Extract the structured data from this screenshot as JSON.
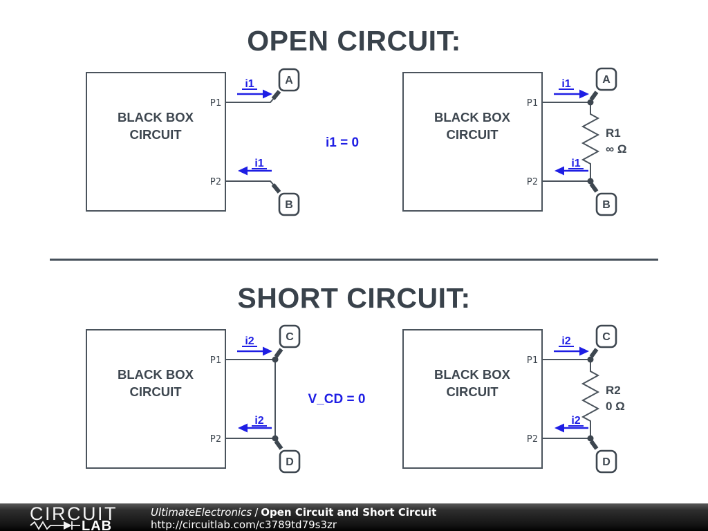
{
  "titles": {
    "open": "OPEN CIRCUIT:",
    "short": "SHORT CIRCUIT:"
  },
  "annotations": {
    "open": "i1 = 0",
    "short": "V_CD = 0"
  },
  "colors": {
    "ink": "#3d464f",
    "wire": "#4a535c",
    "blue": "#1e1ee4",
    "footer_bg": "#000000"
  },
  "panels": [
    {
      "id": "open-left",
      "box_line1": "BLACK BOX",
      "box_line2": "CIRCUIT",
      "pin1": "P1",
      "pin2": "P2",
      "terminal_top": "A",
      "terminal_bottom": "B",
      "current": "i1"
    },
    {
      "id": "open-right",
      "box_line1": "BLACK BOX",
      "box_line2": "CIRCUIT",
      "pin1": "P1",
      "pin2": "P2",
      "terminal_top": "A",
      "terminal_bottom": "B",
      "current": "i1",
      "ref": "R1",
      "value": "∞ Ω"
    },
    {
      "id": "short-left",
      "box_line1": "BLACK BOX",
      "box_line2": "CIRCUIT",
      "pin1": "P1",
      "pin2": "P2",
      "terminal_top": "C",
      "terminal_bottom": "D",
      "current": "i2"
    },
    {
      "id": "short-right",
      "box_line1": "BLACK BOX",
      "box_line2": "CIRCUIT",
      "pin1": "P1",
      "pin2": "P2",
      "terminal_top": "C",
      "terminal_bottom": "D",
      "current": "i2",
      "ref": "R2",
      "value": "0 Ω"
    }
  ],
  "footer": {
    "logo_text": "CIRCUIT",
    "logo_lab": "LAB",
    "author": "UltimateElectronics",
    "separator": "/",
    "title": "Open Circuit and Short Circuit",
    "url": "http://circuitlab.com/c3789td79s3zr"
  }
}
